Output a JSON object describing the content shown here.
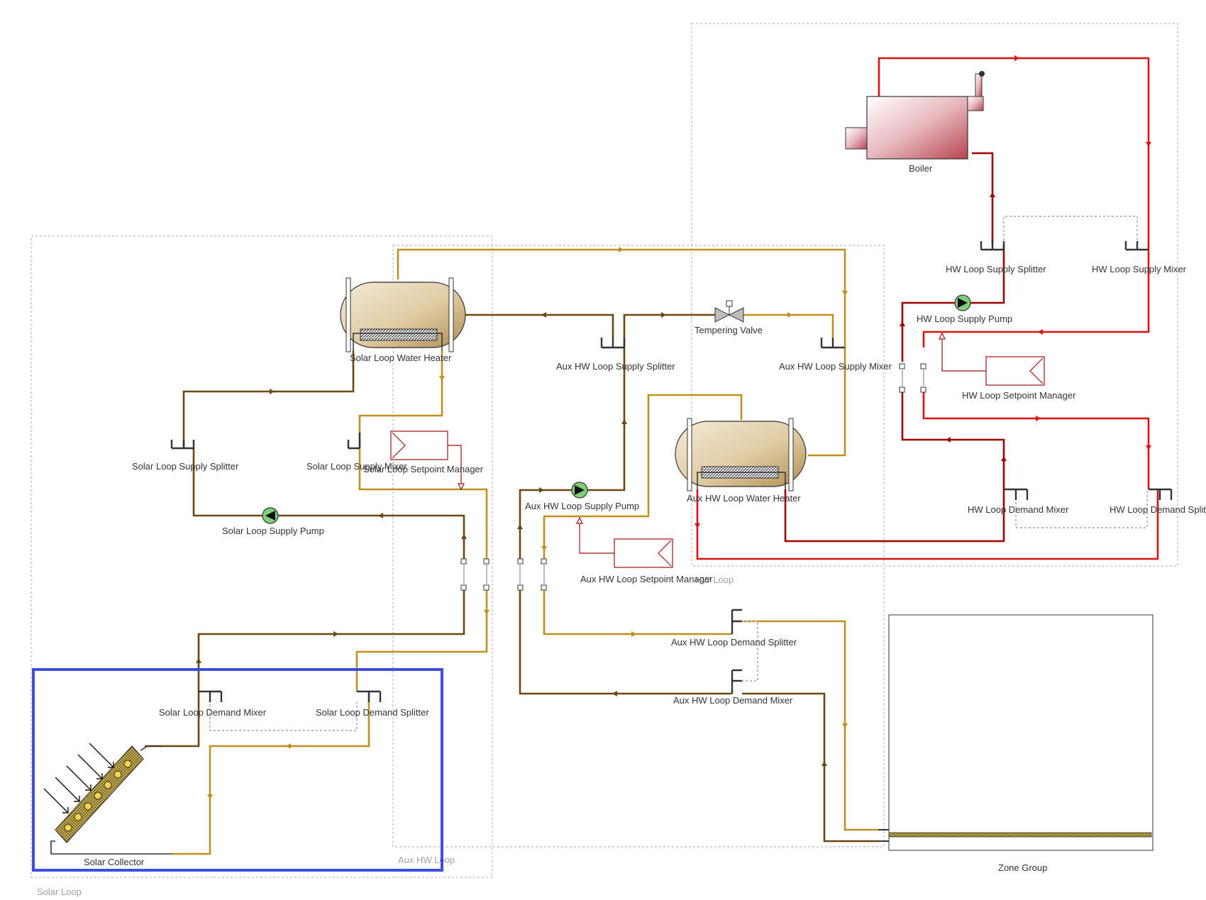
{
  "colors": {
    "solar_supply": "#6b4712",
    "solar_return": "#c0901e",
    "hw_hot": "#dd1111",
    "hw_return": "#a00000",
    "selection": "#3e4fe0",
    "loop_border": "#bbbbbb"
  },
  "loops": {
    "solar": "Solar Loop",
    "aux_hw": "Aux HW Loop",
    "hw": "HW Loop"
  },
  "components": {
    "boiler": "Boiler",
    "solar_loop_water_heater": "Solar Loop Water Heater",
    "aux_hw_loop_water_heater": "Aux HW Loop Water Heater",
    "tempering_valve": "Tempering Valve",
    "solar_collector": "Solar Collector",
    "zone_group": "Zone Group",
    "solar_loop_supply_splitter": "Solar Loop Supply Splitter",
    "solar_loop_supply_mixer": "Solar Loop Supply Mixer",
    "solar_loop_setpoint_manager": "Solar Loop Setpoint Manager",
    "solar_loop_supply_pump": "Solar Loop Supply Pump",
    "solar_loop_demand_mixer": "Solar Loop Demand Mixer",
    "solar_loop_demand_splitter": "Solar Loop Demand Splitter",
    "aux_hw_loop_supply_splitter": "Aux HW Loop Supply Splitter",
    "aux_hw_loop_supply_mixer": "Aux HW Loop Supply Mixer",
    "aux_hw_loop_supply_pump": "Aux HW Loop Supply Pump",
    "aux_hw_loop_setpoint_manager": "Aux HW Loop Setpoint Manager",
    "aux_hw_loop_demand_splitter": "Aux HW Loop Demand Splitter",
    "aux_hw_loop_demand_mixer": "Aux HW Loop Demand Mixer",
    "hw_loop_supply_splitter": "HW Loop Supply Splitter",
    "hw_loop_supply_mixer": "HW Loop Supply Mixer",
    "hw_loop_supply_pump": "HW Loop Supply Pump",
    "hw_loop_setpoint_manager": "HW Loop Setpoint Manager",
    "hw_loop_demand_mixer": "HW Loop Demand Mixer",
    "hw_loop_demand_splitter": "HW Loop Demand Splitter"
  },
  "icons": [
    "boiler-icon",
    "water-heater-icon",
    "pump-icon",
    "valve-icon",
    "solar-collector-icon",
    "setpoint-manager-icon",
    "node-icon"
  ]
}
